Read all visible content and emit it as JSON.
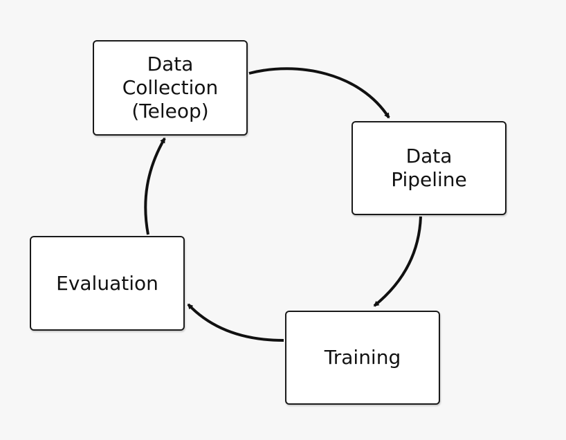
{
  "diagram": {
    "nodes": [
      {
        "id": "collection",
        "lines": [
          "Data",
          "Collection",
          "(Teleop)"
        ]
      },
      {
        "id": "pipeline",
        "lines": [
          "Data",
          "Pipeline"
        ]
      },
      {
        "id": "training",
        "lines": [
          "Training"
        ]
      },
      {
        "id": "evaluation",
        "lines": [
          "Evaluation"
        ]
      }
    ],
    "edges": [
      {
        "from": "collection",
        "to": "pipeline"
      },
      {
        "from": "pipeline",
        "to": "training"
      },
      {
        "from": "training",
        "to": "evaluation"
      },
      {
        "from": "evaluation",
        "to": "collection"
      }
    ],
    "colors": {
      "background": "#f7f7f7",
      "box_fill": "#ffffff",
      "stroke": "#111111"
    }
  }
}
